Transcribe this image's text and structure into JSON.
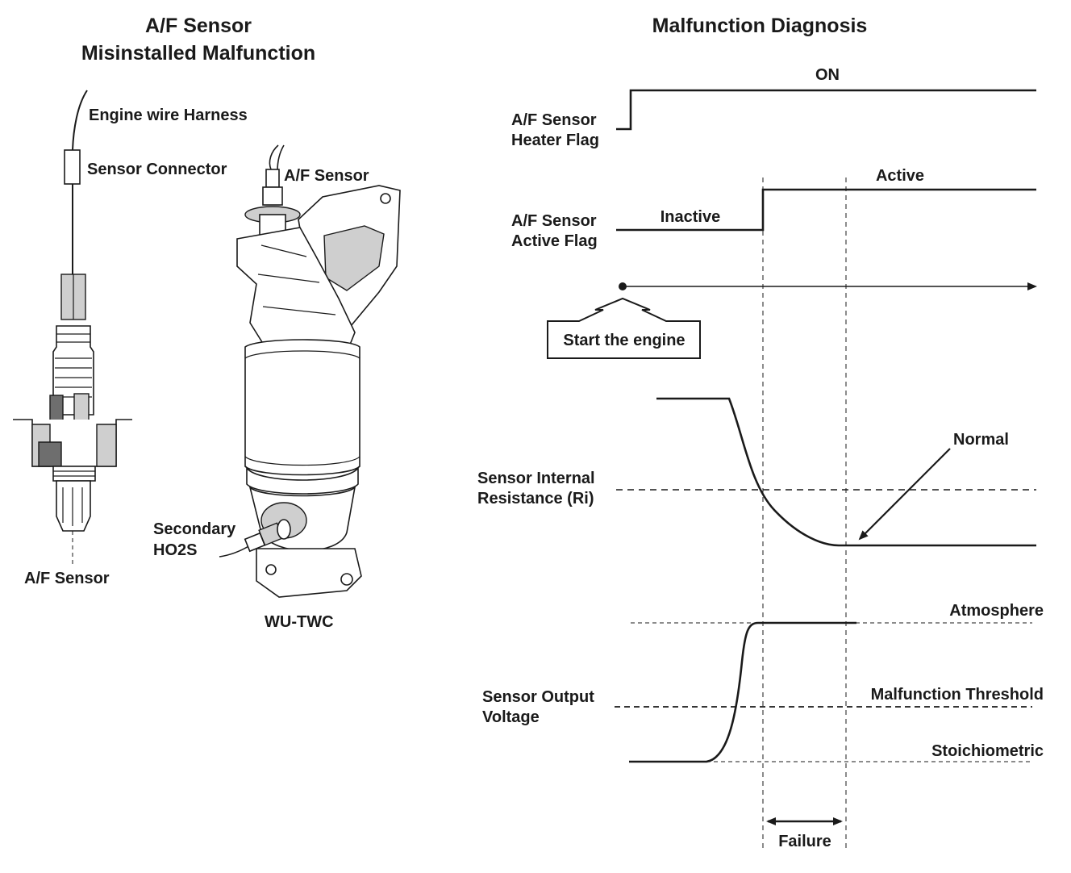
{
  "left_panel": {
    "title_line1": "A/F Sensor",
    "title_line2": "Misinstalled Malfunction",
    "label_harness": "Engine wire Harness",
    "label_connector": "Sensor Connector",
    "label_af_sensor_top": "A/F Sensor",
    "label_secondary_line1": "Secondary",
    "label_secondary_line2": "HO2S",
    "label_af_sensor_bottom": "A/F Sensor",
    "label_wutwc": "WU-TWC"
  },
  "right_panel": {
    "title": "Malfunction Diagnosis",
    "heater_on": "ON",
    "heater_label_line1": "A/F Sensor",
    "heater_label_line2": "Heater Flag",
    "active_label": "Active",
    "inactive_label": "Inactive",
    "active_flag_label_line1": "A/F Sensor",
    "active_flag_label_line2": "Active Flag",
    "start_engine": "Start the engine",
    "normal_label": "Normal",
    "ri_label_line1": "Sensor Internal",
    "ri_label_line2": "Resistance (Ri)",
    "atmosphere": "Atmosphere",
    "malfunction_threshold": "Malfunction Threshold",
    "stoichiometric": "Stoichiometric",
    "output_label_line1": "Sensor Output",
    "output_label_line2": "Voltage",
    "failure": "Failure"
  }
}
